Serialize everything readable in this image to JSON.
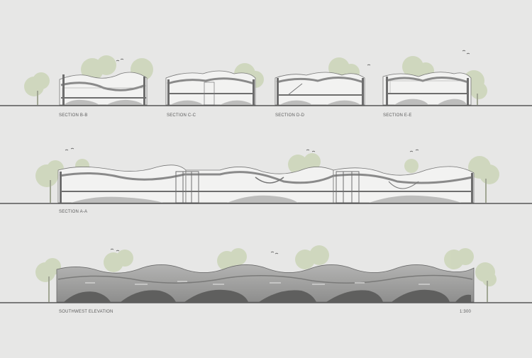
{
  "sheet": {
    "sections": [
      {
        "id": "b-b",
        "label": "SECTION B-B"
      },
      {
        "id": "c-c",
        "label": "SECTION C-C"
      },
      {
        "id": "d-d",
        "label": "SECTION D-D"
      },
      {
        "id": "e-e",
        "label": "SECTION E-E"
      },
      {
        "id": "a-a",
        "label": "SECTION A-A"
      }
    ],
    "elevation": {
      "label": "SOUTHWEST ELEVATION"
    },
    "scale": "1:300"
  },
  "colors": {
    "background": "#e7e7e6",
    "foliage": "#c9d2b5",
    "ground_line": "#3a3a3a",
    "roof_fill": "#f2f2f1",
    "slab_fill": "#9a9a9a",
    "elevation_fill": "#a3a3a2"
  }
}
